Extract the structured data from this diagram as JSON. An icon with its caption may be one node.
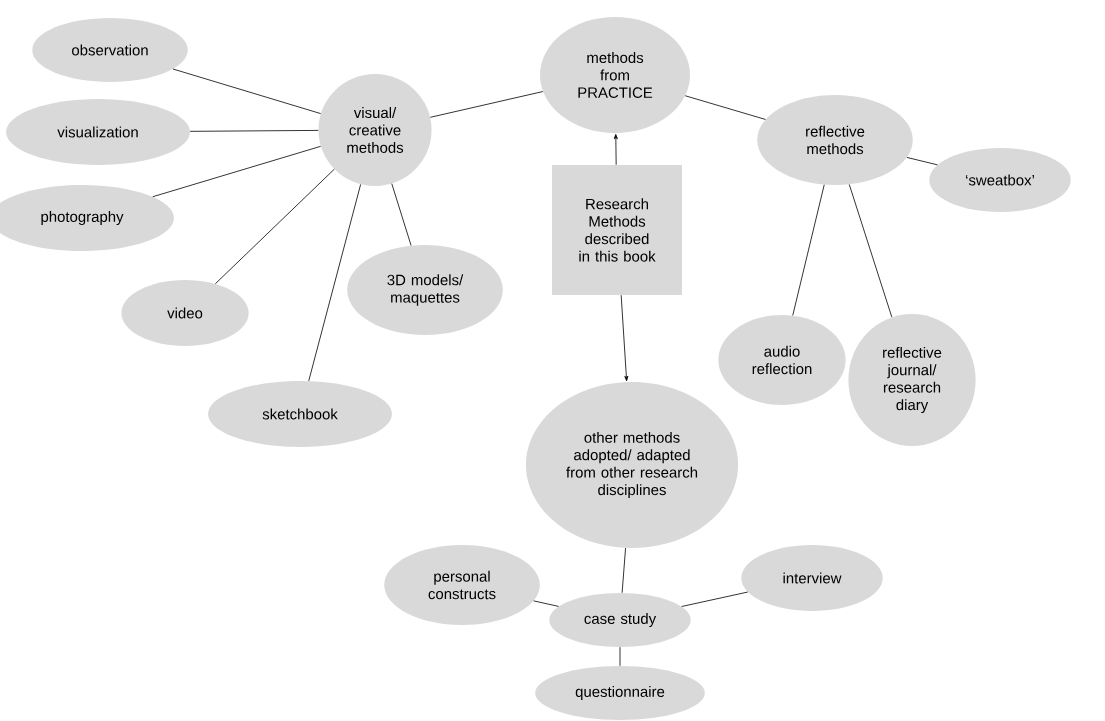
{
  "diagram": {
    "nodes": [
      {
        "text": [
          "methods from PRACTICE"
        ]
      },
      {
        "text": [
          "visual/ creative methods"
        ]
      },
      {
        "text": [
          "observation"
        ]
      },
      {
        "text": [
          "visualization"
        ]
      },
      {
        "text": [
          "photography"
        ]
      },
      {
        "text": [
          "video"
        ]
      },
      {
        "text": [
          "sketchbook"
        ]
      },
      {
        "text": [
          "3D models/ maquettes"
        ]
      },
      {
        "text": [
          "Research Methods described in this book"
        ]
      },
      {
        "text": [
          "reflective methods"
        ]
      },
      {
        "text": [
          "‘sweatbox’"
        ]
      },
      {
        "text": [
          "audio reflection"
        ]
      },
      {
        "text": [
          "reflective journal/ research diary"
        ]
      },
      {
        "text": [
          "other methods adopted/ adapted from other research disciplines"
        ]
      },
      {
        "text": [
          "personal constructs"
        ]
      },
      {
        "text": [
          "case study"
        ]
      },
      {
        "text": [
          "interview"
        ]
      },
      {
        "text": [
          "questionnaire"
        ]
      }
    ],
    "edges": [
      {
        "from": 1,
        "to": 0,
        "arrow": "none"
      },
      {
        "from": 2,
        "to": 1,
        "arrow": "none"
      },
      {
        "from": 3,
        "to": 1,
        "arrow": "none"
      },
      {
        "from": 4,
        "to": 1,
        "arrow": "none"
      },
      {
        "from": 5,
        "to": 1,
        "arrow": "none"
      },
      {
        "from": 6,
        "to": 1,
        "arrow": "none"
      },
      {
        "from": 7,
        "to": 1,
        "arrow": "none"
      },
      {
        "from": 8,
        "to": 0,
        "arrow": "to"
      },
      {
        "from": 8,
        "to": 13,
        "arrow": "to"
      },
      {
        "from": 0,
        "to": 9,
        "arrow": "none"
      },
      {
        "from": 9,
        "to": 10,
        "arrow": "none"
      },
      {
        "from": 9,
        "to": 11,
        "arrow": "none"
      },
      {
        "from": 9,
        "to": 12,
        "arrow": "none"
      },
      {
        "from": 13,
        "to": 15,
        "arrow": "none"
      },
      {
        "from": 14,
        "to": 15,
        "arrow": "none"
      },
      {
        "from": 15,
        "to": 16,
        "arrow": "none"
      },
      {
        "from": 15,
        "to": 17,
        "arrow": "none"
      }
    ]
  }
}
